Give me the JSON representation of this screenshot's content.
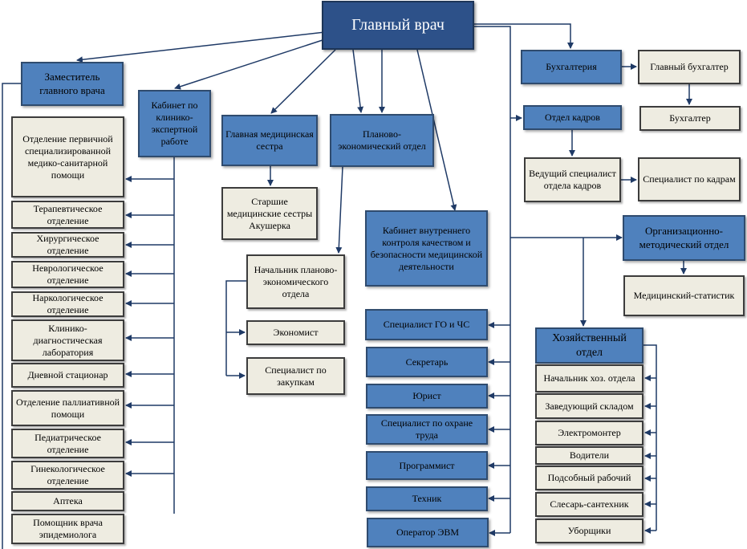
{
  "nodes": {
    "head": "Главный врач",
    "deputy": "Заместитель главного врача",
    "cabinet_expert": "Кабинет по клинико-экспертной работе",
    "head_nurse": "Главная медицинская сестра",
    "planning_dept": "Планово-экономический отдел",
    "accounting": "Бухгалтерия",
    "chief_accountant": "Главный бухгалтер",
    "accountant": "Бухгалтер",
    "hr_dept": "Отдел кадров",
    "hr_lead": "Ведущий специалист отдела кадров",
    "hr_specialist": "Специалист по кадрам",
    "org_method": "Организационно-методический отдел",
    "med_stat": "Медицинский-статистик",
    "quality_control": "Кабинет внутреннего контроля качеством и безопасности медицинской деятельности",
    "senior_nurses": "Старшие медицинские сестры Акушерка",
    "planning_head": "Начальник планово-экономического отдела",
    "economist": "Экономист",
    "procurement": "Специалист по закупкам",
    "dept_primary": "Отделение первичной специализированной медико-санитарной помощи",
    "dept_therapy": "Терапевтическое отделение",
    "dept_surgery": "Хирургическое отделение",
    "dept_neuro": "Неврологическое отделение",
    "dept_narco": "Наркологическое отделение",
    "dept_lab": "Клинико-диагностическая лаборатория",
    "dept_day": "Дневной стационар",
    "dept_palliative": "Отделение паллиативной помощи",
    "dept_pediatric": "Педиатрическое отделение",
    "dept_gyn": "Гинекологическое отделение",
    "dept_pharmacy": "Аптека",
    "dept_epid": "Помощник врача эпидемиолога",
    "staff_go": "Специалист ГО и ЧС",
    "staff_secretary": "Секретарь",
    "staff_lawyer": "Юрист",
    "staff_safety": "Специалист по охране труда",
    "staff_programmer": "Программист",
    "staff_technician": "Техник",
    "staff_operator": "Оператор ЭВМ",
    "eco_dept": "Хозяйственный отдел",
    "eco_head": "Начальник хоз. отдела",
    "eco_storage": "Заведующий складом",
    "eco_electric": "Электромонтер",
    "eco_drivers": "Водители",
    "eco_worker": "Подсобный рабочий",
    "eco_plumber": "Слесарь-сантехник",
    "eco_cleaners": "Уборщики"
  },
  "colors": {
    "primary_box": "#4f81bd",
    "head_box": "#2d5189",
    "sub_box": "#eeece1",
    "connector": "#1f3a66"
  }
}
